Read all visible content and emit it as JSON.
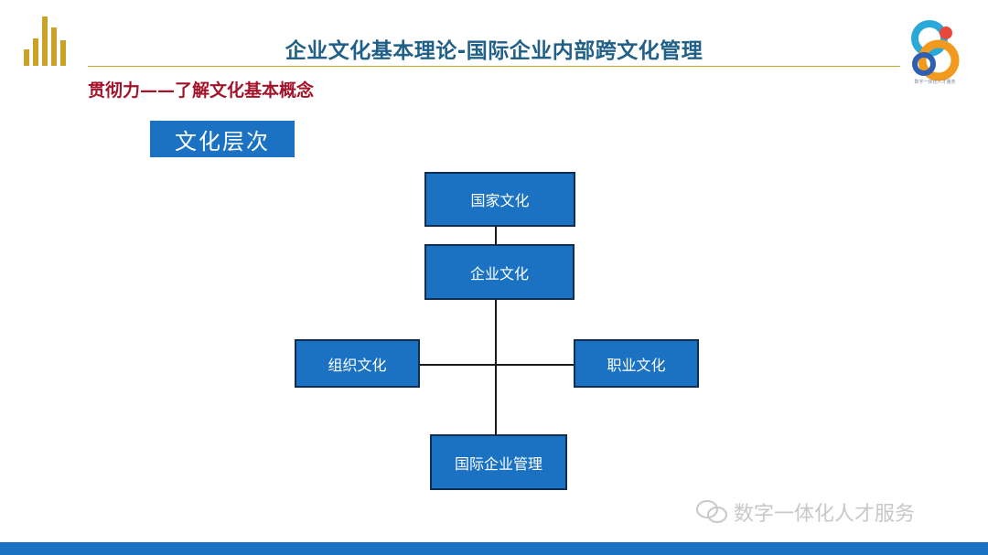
{
  "header": {
    "title": "企业文化基本理论-国际企业内部跨文化管理",
    "subtitle": "贯彻力——了解文化基本概念",
    "brand_tagline": "数字一体化人才服务"
  },
  "section_tag": "文化层次",
  "diagram": {
    "nodes": {
      "national": "国家文化",
      "corporate": "企业文化",
      "organizational": "组织文化",
      "professional": "职业文化",
      "intl_mgmt": "国际企业管理"
    }
  },
  "watermark": "数字一体化人才服务",
  "colors": {
    "box_fill": "#1b72c2",
    "box_border": "#0f2d52",
    "title": "#1f5f88",
    "subtitle": "#a3142b",
    "rule": "#c9a227"
  }
}
